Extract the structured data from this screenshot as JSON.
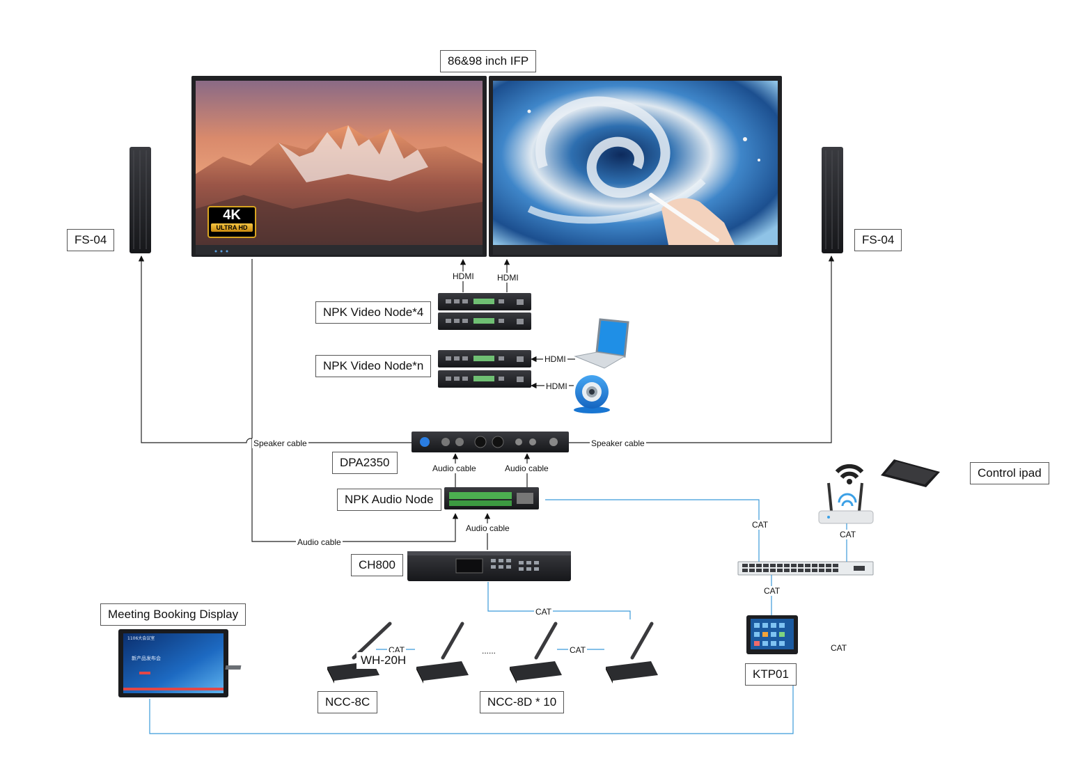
{
  "labels": {
    "ifp_title": "86&98 inch IFP",
    "speaker_left": "FS-04",
    "speaker_right": "FS-04",
    "video_node_4": "NPK Video Node*4",
    "video_node_n": "NPK Video Node*n",
    "dpa": "DPA2350",
    "audio_node": "NPK Audio Node",
    "ch800": "CH800",
    "control_ipad": "Control ipad",
    "meeting_booking": "Meeting Booking Display",
    "ncc8c": "NCC-8C",
    "ncc8d": "NCC-8D * 10",
    "ktp01": "KTP01",
    "wh20h": "WH-20H"
  },
  "connections": {
    "hdmi": "HDMI",
    "speaker_cable": "Speaker cable",
    "audio_cable": "Audio cable",
    "cat": "CAT",
    "ellipsis": "......"
  },
  "screen_badge": {
    "main": "4K",
    "sub": "ULTRA HD"
  },
  "booking_screen": {
    "room": "1106大会议室",
    "event": "新产品发布会"
  },
  "colors": {
    "cat_line": "#3b9ad9",
    "wire": "#222222",
    "label_border": "#555555",
    "device_dark": "#1e1f22",
    "camera_blue": "#1e88e5",
    "badge_gold": "#d9a520"
  },
  "icons": [
    "speaker-icon",
    "laptop-icon",
    "webcam-icon",
    "router-icon",
    "wifi-icon",
    "tablet-icon",
    "switch-icon",
    "microphone-icon",
    "touch-panel-icon",
    "booking-display-icon"
  ]
}
